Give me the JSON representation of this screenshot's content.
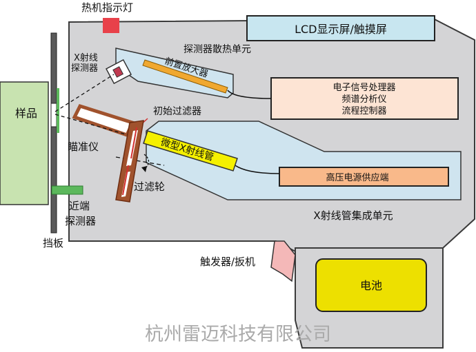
{
  "labels": {
    "heat_indicator": "热机指示灯",
    "lcd": "LCD显示屏/触摸屏",
    "xray_detector": [
      "X射线",
      "探测器"
    ],
    "detector_cooling": "探测器散热单元",
    "preamp": "前置放大器",
    "signal_box": [
      "电子信号处理器",
      "频谱分析仪",
      "流程控制器"
    ],
    "sample": "样品",
    "primary_filter": "初始过滤器",
    "collimator": "瞄准仪",
    "micro_tube": "微型X射线管",
    "hv_supply": "高压电源供应端",
    "filter_wheel": "过滤轮",
    "proximity_detector": [
      "近端",
      "探测器"
    ],
    "tube_assembly": "X射线管集成单元",
    "shutter": "挡板",
    "trigger": "触发器/扳机",
    "battery": "电池",
    "watermark": "杭州雷迈科技有限公司"
  },
  "colors": {
    "housing": "#d4d4d6",
    "housing_stroke": "#3a3a3a",
    "cooling_unit": "#cfe4ef",
    "lcd": "#c8e6f0",
    "signal_box": "#fde4d4",
    "hv_supply": "#f9b98a",
    "preamp": "#f0a830",
    "micro_tube": "#f5f000",
    "battery": "#ede000",
    "sample": "#c8e3b0",
    "proximity": "#5cb85c",
    "indicator": "#e8414a",
    "trigger": "#f4b8b8",
    "collimator": "#a0522d"
  }
}
